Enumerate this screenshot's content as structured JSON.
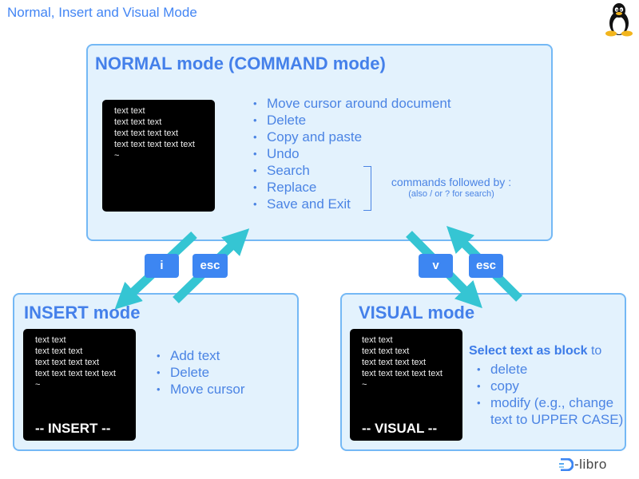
{
  "page": {
    "title": "Normal, Insert and Visual Mode"
  },
  "normal_mode": {
    "title": "NORMAL mode (COMMAND mode)",
    "terminal_lines": [
      "text text",
      "text text text",
      "text text text text",
      "text text text text text",
      "~"
    ],
    "features": [
      "Move cursor around document",
      "Delete",
      "Copy and paste",
      "Undo",
      "Search",
      "Replace",
      "Save and Exit"
    ],
    "commands_note": "commands followed by :",
    "commands_subnote": "(also  / or ? for search)"
  },
  "insert_mode": {
    "title": "INSERT mode",
    "terminal_lines": [
      "text text",
      "text text text",
      "text text text text",
      "text text text text text",
      "~"
    ],
    "status_line": "-- INSERT --",
    "features": [
      "Add text",
      "Delete",
      "Move cursor"
    ]
  },
  "visual_mode": {
    "title": "VISUAL mode",
    "terminal_lines": [
      "text text",
      "text text text",
      "text text text text",
      "text text text text text",
      "~"
    ],
    "status_line": "-- VISUAL --",
    "description_bold": "Select text as block",
    "description_rest": " to",
    "features": [
      "delete",
      "copy",
      "modify (e.g., change text to UPPER CASE)"
    ]
  },
  "transitions": {
    "to_insert_key": "i",
    "insert_to_normal_key": "esc",
    "to_visual_key": "v",
    "visual_to_normal_key": "esc"
  },
  "colors": {
    "accent": "#4285f4",
    "box_fill": "#e3f2fd",
    "box_border": "#74b8f5",
    "arrow": "#35c5d3",
    "key_fill": "#3d86f2"
  },
  "brand": {
    "logo_text": "-libro",
    "logo_icon": "d-libro-logo-icon",
    "os_icon": "linux-tux-icon"
  }
}
